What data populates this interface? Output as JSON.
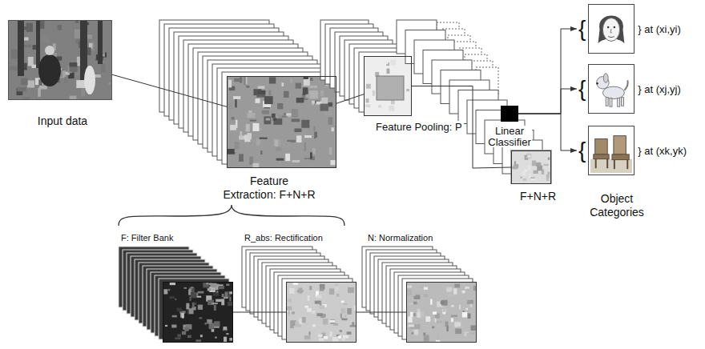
{
  "diagram": {
    "nodes": [
      {
        "text": [
          "Input data"
        ]
      },
      {
        "text": [
          "Feature Extraction: F+N+R"
        ]
      },
      {
        "text": [
          "Feature Pooling: P"
        ]
      },
      {
        "text": [
          "F+N+R"
        ]
      },
      {
        "text": [
          "Linear Classifier"
        ]
      },
      {
        "text": [
          "{",
          "} at (xi,yi)"
        ]
      },
      {
        "text": [
          "{",
          "} at (xj,yj)"
        ]
      },
      {
        "text": [
          "{",
          "} at (xk,yk)"
        ]
      },
      {
        "text": [
          "F: Filter Bank"
        ]
      },
      {
        "text": [
          "R_abs: Rectification"
        ]
      },
      {
        "text": [
          "N: Normalization"
        ]
      }
    ],
    "edges": [
      {
        "from": 0,
        "to": 1,
        "arrow": "none"
      },
      {
        "from": 1,
        "to": 2,
        "arrow": "none"
      },
      {
        "from": 2,
        "to": 3,
        "arrow": "none"
      },
      {
        "from": 4,
        "to": 5,
        "arrow": "to"
      },
      {
        "from": 4,
        "to": 6,
        "arrow": "to"
      },
      {
        "from": 4,
        "to": 7,
        "arrow": "to"
      },
      {
        "from": 8,
        "to": 9,
        "arrow": "none"
      },
      {
        "from": 9,
        "to": 10,
        "arrow": "none"
      }
    ],
    "labels": [
      "Object Categories"
    ]
  }
}
